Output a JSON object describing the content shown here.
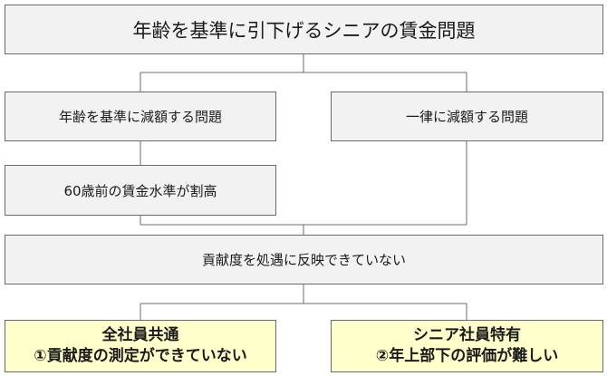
{
  "diagram": {
    "root": "年齢を基準に引下げるシニアの賃金問題",
    "branch_left": "年齢を基準に減額する問題",
    "branch_right": "一律に減額する問題",
    "left_sub": "60歳前の賃金水準が割高",
    "merge": "貢献度を処遇に反映できていない",
    "result_left": {
      "line1": "全社員共通",
      "line2": "①貢献度の測定ができていない"
    },
    "result_right": {
      "line1": "シニア社員特有",
      "line2": "②年上部下の評価が難しい"
    },
    "colors": {
      "box": "#f2f2f2",
      "highlight": "#ffffcc",
      "border": "#6b6b6b"
    }
  }
}
